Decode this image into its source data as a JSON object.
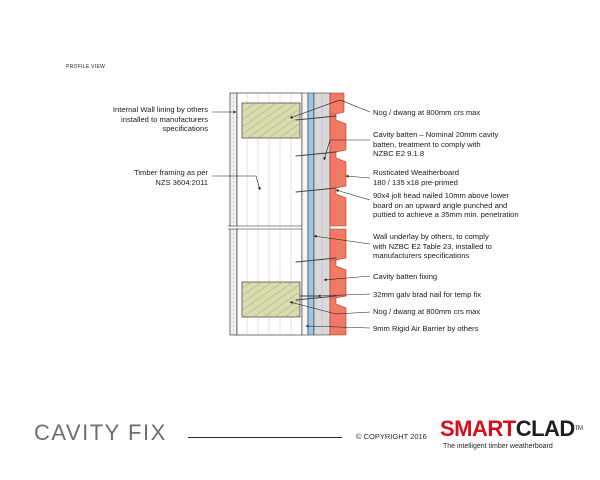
{
  "header": {
    "view_label": "PROFILE VIEW"
  },
  "labels": {
    "internal_lining": "Internal Wall lining by others\ninstalled to manufacturers\nspecifications",
    "timber_framing": "Timber framing as per\nNZS 3604:2011",
    "nog_top": "Nog / dwang at 800mm crs max",
    "cavity_batten": "Cavity batten – Nominal 20mm cavity\nbatten, treatment to comply with\nNZBC E2 9.1.8",
    "rusticated": "Rusticated Weatherboard\n180 / 135 x18 pre-primed",
    "jolt_head": "90x4 jolt head nailed 10mm above lower\nboard on an upward angle punched and\nputtied to achieve a 35mm min. penetration",
    "wall_underlay": "Wall underlay by others, to comply\nwith NZBC E2 Table 23, installed to\nmanufacturers specifications",
    "batten_fixing": "Cavity batten fixing",
    "brad_nail": "32mm galv brad nail for temp fix",
    "nog_bottom": "Nog / dwang at 800mm crs max",
    "air_barrier": "9mm Rigid Air Barrier by others"
  },
  "footer": {
    "title": "CAVITY FIX",
    "copyright": "© COPYRIGHT 2016",
    "brand_smart": "SMART",
    "brand_clad": "CLAD",
    "brand_tm": "TM",
    "tagline": "The intelligent timber weatherboard"
  },
  "colors": {
    "timber": "#d9dcb0",
    "timber_grain": "#a9ae7a",
    "underlay": "#9ec6e6",
    "batten": "#d8d8d8",
    "weatherboard": "#f07a63",
    "weatherboard_edge": "#b23a28",
    "line": "#1a1a1a",
    "brand_red": "#d6101c"
  }
}
